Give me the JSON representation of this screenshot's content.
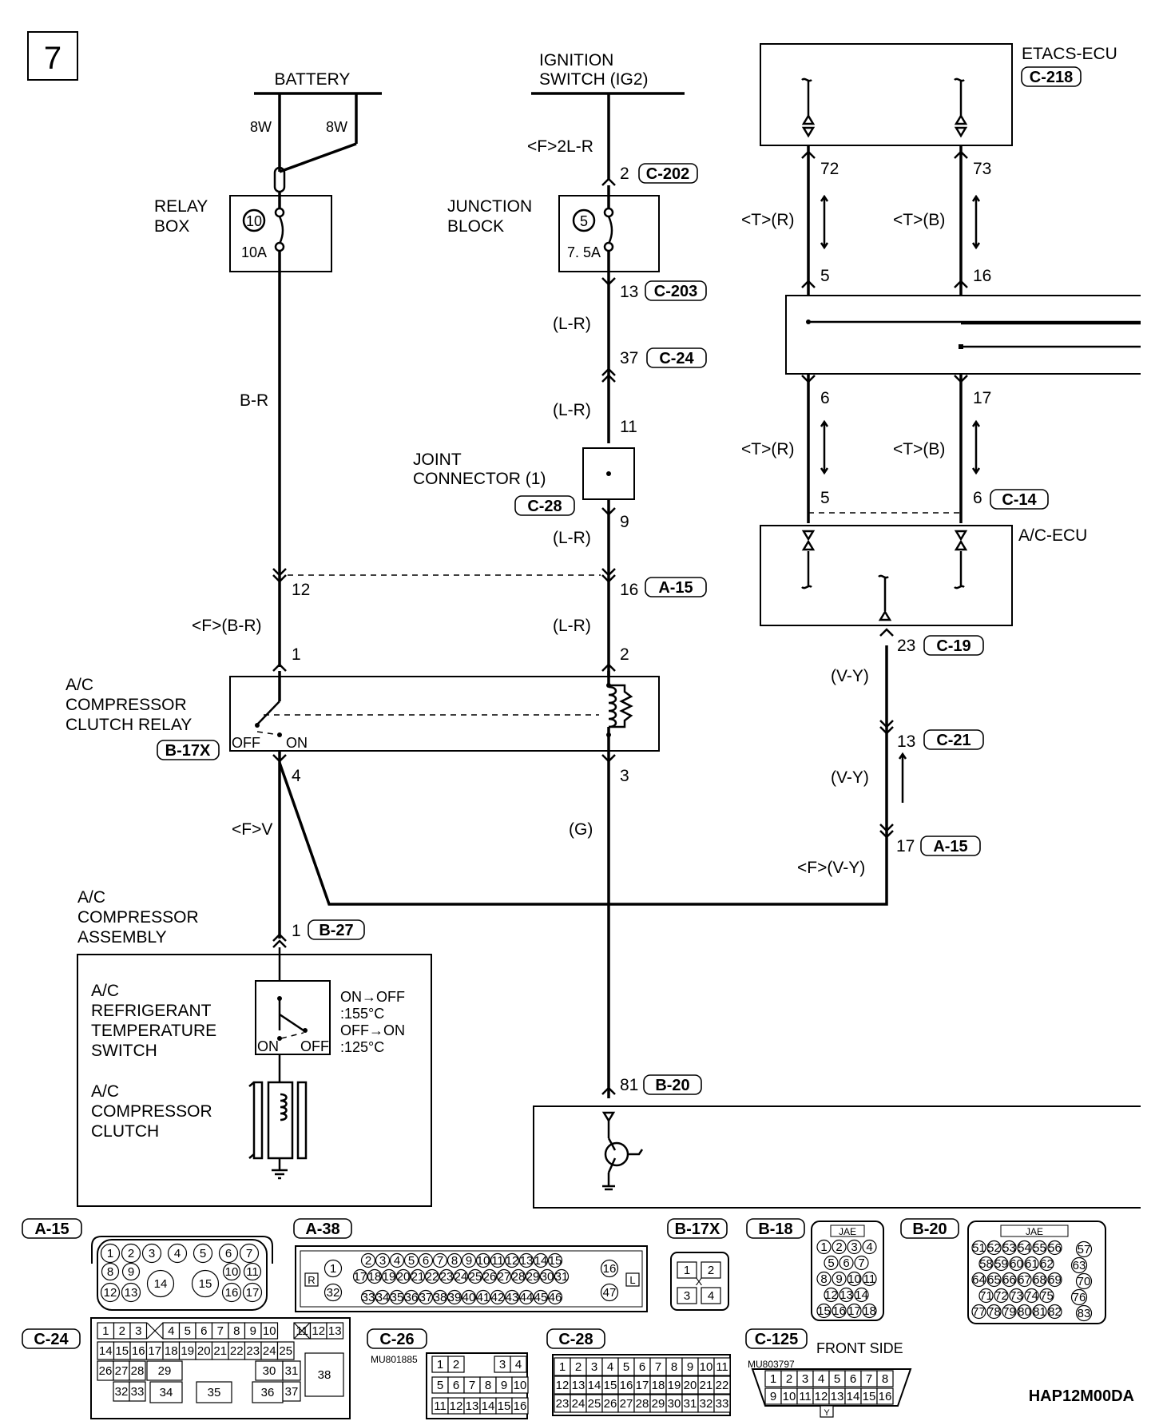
{
  "page": {
    "number": "7",
    "doc_code": "HAP12M00DA"
  },
  "labels": {
    "battery": "BATTERY",
    "ign1": "IGNITION",
    "ign2": "SWITCH (IG2)",
    "etacs": "ETACS-ECU",
    "etacs_conn": "C-218",
    "acecu": "A/C-ECU",
    "relaybox1": "RELAY",
    "relaybox2": "BOX",
    "relay_fuse": "10",
    "relay_amp": "10A",
    "jb1": "JUNCTION",
    "jb2": "BLOCK",
    "jb_fuse": "5",
    "jb_amp": "7. 5A",
    "jc1": "JOINT",
    "jc2": "CONNECTOR (1)",
    "jc_conn": "C-28",
    "relay1": "A/C",
    "relay2": "COMPRESSOR",
    "relay3": "CLUTCH RELAY",
    "relay_conn": "B-17X",
    "off": "OFF",
    "on": "ON",
    "comp1": "A/C",
    "comp2": "COMPRESSOR",
    "comp3": "ASSEMBLY",
    "rts1": "A/C",
    "rts2": "REFRIGERANT",
    "rts3": "TEMPERATURE",
    "rts4": "SWITCH",
    "rts_spec1": "ON→OFF",
    "rts_spec2": ":155°C",
    "rts_spec3": "OFF→ON",
    "rts_spec4": ":125°C",
    "clutch1": "A/C",
    "clutch2": "COMPRESSOR",
    "clutch3": "CLUTCH"
  },
  "wires": {
    "w8w_a": "8W",
    "w8w_b": "8W",
    "br": "B-R",
    "f2lr": "<F>2L-R",
    "lr1": "(L-R)",
    "lr2": "(L-R)",
    "lr3": "(L-R)",
    "lr4": "(L-R)",
    "fbr": "<F>(B-R)",
    "fv": "<F>V",
    "g": "(G)",
    "tr1": "<T>(R)",
    "tb1": "<T>(B)",
    "tr2": "<T>(R)",
    "tb2": "<T>(B)",
    "vy1": "(V-Y)",
    "vy2": "(V-Y)",
    "fvy": "<F>(V-Y)"
  },
  "pins": {
    "p2": "2",
    "c202": "C-202",
    "p13": "13",
    "c203": "C-203",
    "p37": "37",
    "c24": "C-24",
    "p11": "11",
    "p9": "9",
    "p16": "16",
    "a15": "A-15",
    "p12": "12",
    "p1": "1",
    "p2b": "2",
    "p4": "4",
    "p3": "3",
    "p72": "72",
    "p73": "73",
    "p5": "5",
    "p16b": "16",
    "p6": "6",
    "p17": "17",
    "p5b": "5",
    "p6b": "6",
    "c14": "C-14",
    "p23": "23",
    "c19": "C-19",
    "p13b": "13",
    "c21": "C-21",
    "p17b": "17",
    "a15b": "A-15",
    "pc1": "1",
    "b27": "B-27",
    "p81": "81",
    "b20": "B-20"
  },
  "connectors": {
    "a15": {
      "tag": "A-15",
      "rows": [
        [
          "1",
          "2",
          "3",
          "4",
          "5",
          "6",
          "7"
        ],
        [
          "8",
          "9",
          "10",
          "11"
        ],
        [
          "12",
          "13",
          "14",
          "15",
          "16",
          "17"
        ]
      ]
    },
    "a38": {
      "tag": "A-38",
      "row1": [
        "2",
        "3",
        "4",
        "5",
        "6",
        "7",
        "8",
        "9",
        "10",
        "11",
        "12",
        "13",
        "14",
        "15"
      ],
      "row2": [
        "17",
        "18",
        "19",
        "20",
        "21",
        "22",
        "23",
        "24",
        "25",
        "26",
        "27",
        "28",
        "29",
        "30",
        "31"
      ],
      "row3": [
        "33",
        "34",
        "35",
        "36",
        "37",
        "38",
        "39",
        "40",
        "41",
        "42",
        "43",
        "44",
        "45",
        "46"
      ],
      "left": [
        "1",
        "32"
      ],
      "right": [
        "16",
        "47"
      ],
      "r": "R",
      "l": "L"
    },
    "b17x": {
      "tag": "B-17X",
      "pins": [
        "1",
        "2",
        "3",
        "4"
      ],
      "x": "X"
    },
    "b18": {
      "tag": "B-18",
      "jae": "JAE",
      "rows": [
        [
          "1",
          "2",
          "3",
          "4"
        ],
        [
          "5",
          "6",
          "7"
        ],
        [
          "8",
          "9",
          "10",
          "11"
        ],
        [
          "12",
          "13",
          "14"
        ],
        [
          "15",
          "16",
          "17",
          "18"
        ]
      ]
    },
    "b20": {
      "tag": "B-20",
      "jae": "JAE",
      "rows": [
        [
          "51",
          "52",
          "53",
          "54",
          "55",
          "56"
        ],
        [
          "58",
          "59",
          "60",
          "61",
          "62"
        ],
        [
          "64",
          "65",
          "66",
          "67",
          "68",
          "69"
        ],
        [
          "71",
          "72",
          "73",
          "74",
          "75"
        ],
        [
          "77",
          "78",
          "79",
          "80",
          "81",
          "82"
        ]
      ],
      "side": [
        "57",
        "63",
        "70",
        "76",
        "83"
      ]
    },
    "c24": {
      "tag": "C-24",
      "row1": [
        "1",
        "2",
        "3",
        "4",
        "5",
        "6",
        "7",
        "8",
        "9",
        "10",
        "11",
        "12",
        "13"
      ],
      "row2": [
        "14",
        "15",
        "16",
        "17",
        "18",
        "19",
        "20",
        "21",
        "22",
        "23",
        "24",
        "25"
      ],
      "row3": [
        "26",
        "27",
        "28",
        "29",
        "30",
        "31"
      ],
      "row4": [
        "32",
        "33",
        "34",
        "35",
        "36",
        "37"
      ],
      "big": "38"
    },
    "c26": {
      "tag": "C-26",
      "part": "MU801885",
      "row1": [
        "1",
        "2",
        "3",
        "4"
      ],
      "row2": [
        "5",
        "6",
        "7",
        "8",
        "9",
        "10"
      ],
      "row3": [
        "11",
        "12",
        "13",
        "14",
        "15",
        "16"
      ]
    },
    "c28": {
      "tag": "C-28",
      "row1": [
        "1",
        "2",
        "3",
        "4",
        "5",
        "6",
        "7",
        "8",
        "9",
        "10",
        "11"
      ],
      "row2": [
        "12",
        "13",
        "14",
        "15",
        "16",
        "17",
        "18",
        "19",
        "20",
        "21",
        "22"
      ],
      "row3": [
        "23",
        "24",
        "25",
        "26",
        "27",
        "28",
        "29",
        "30",
        "31",
        "32",
        "33"
      ]
    },
    "c125": {
      "tag": "C-125",
      "part": "MU803797",
      "front": "FRONT SIDE",
      "row1": [
        "1",
        "2",
        "3",
        "4",
        "5",
        "6",
        "7",
        "8"
      ],
      "row2": [
        "9",
        "10",
        "11",
        "12",
        "13",
        "14",
        "15",
        "16"
      ],
      "y": "Y"
    }
  }
}
